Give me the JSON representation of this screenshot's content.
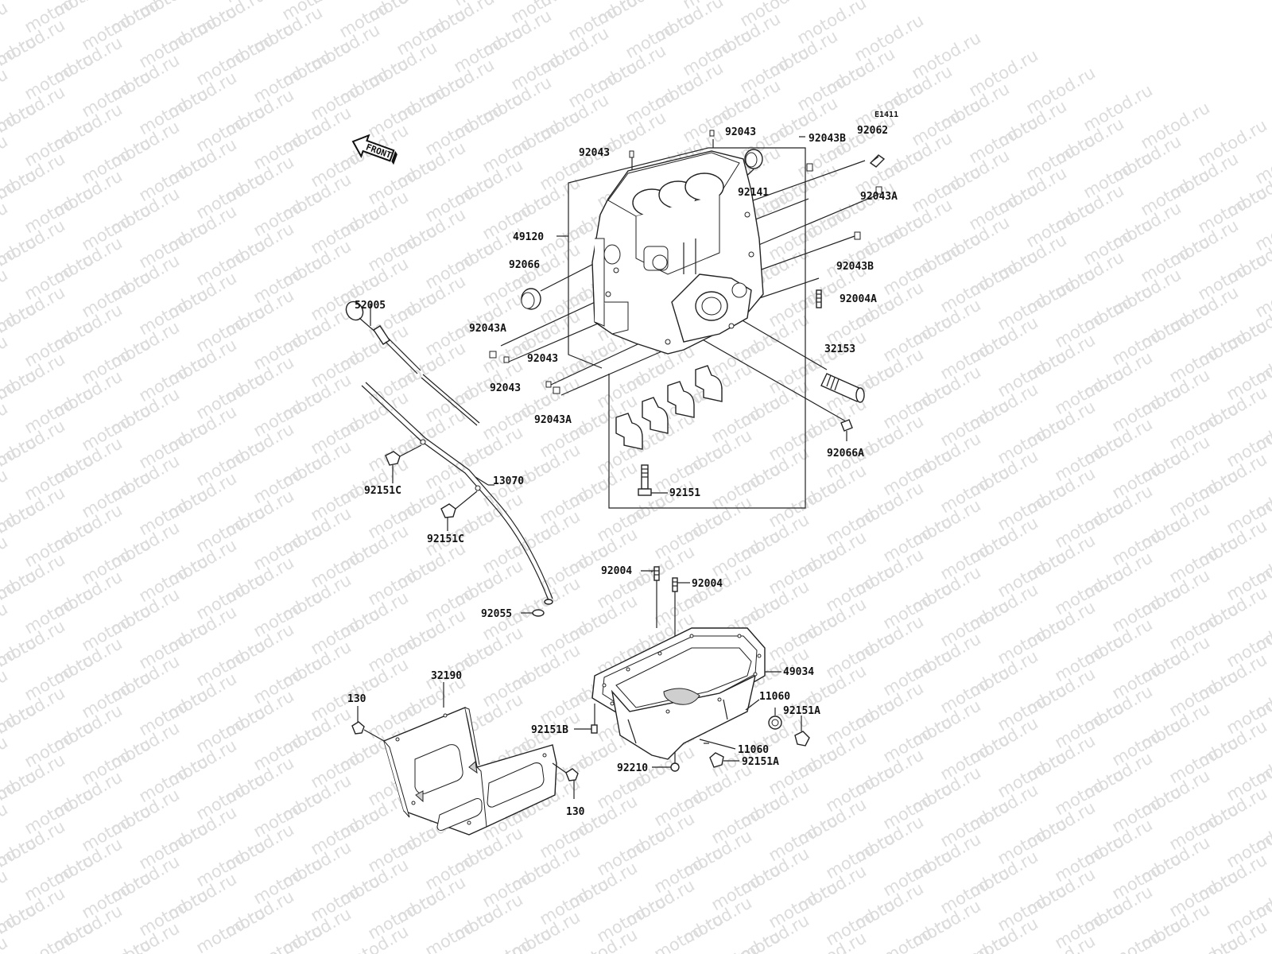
{
  "watermark": "motod.ru",
  "drawing_code": "E1411",
  "front_label": "FRONT",
  "part_labels": [
    {
      "id": "92043-top-center",
      "text": "92043"
    },
    {
      "id": "92043-top-left",
      "text": "92043"
    },
    {
      "id": "92043B-top",
      "text": "92043B"
    },
    {
      "id": "92062",
      "text": "92062"
    },
    {
      "id": "92141",
      "text": "92141"
    },
    {
      "id": "92043A-right",
      "text": "92043A"
    },
    {
      "id": "49120",
      "text": "49120"
    },
    {
      "id": "92043B-right",
      "text": "92043B"
    },
    {
      "id": "92066",
      "text": "92066"
    },
    {
      "id": "92004A",
      "text": "92004A"
    },
    {
      "id": "52005",
      "text": "52005"
    },
    {
      "id": "92043A-left",
      "text": "92043A"
    },
    {
      "id": "32153",
      "text": "32153"
    },
    {
      "id": "92043-mid",
      "text": "92043"
    },
    {
      "id": "92043-low",
      "text": "92043"
    },
    {
      "id": "92043A-low",
      "text": "92043A"
    },
    {
      "id": "92066A",
      "text": "92066A"
    },
    {
      "id": "13070",
      "text": "13070"
    },
    {
      "id": "92151C-upper",
      "text": "92151C"
    },
    {
      "id": "92151",
      "text": "92151"
    },
    {
      "id": "92151C-lower",
      "text": "92151C"
    },
    {
      "id": "92004-left",
      "text": "92004"
    },
    {
      "id": "92004-right",
      "text": "92004"
    },
    {
      "id": "92055",
      "text": "92055"
    },
    {
      "id": "49034",
      "text": "49034"
    },
    {
      "id": "32190",
      "text": "32190"
    },
    {
      "id": "130-upper",
      "text": "130"
    },
    {
      "id": "11060-upper",
      "text": "11060"
    },
    {
      "id": "92151A-upper",
      "text": "92151A"
    },
    {
      "id": "92151B",
      "text": "92151B"
    },
    {
      "id": "11060-lower",
      "text": "11060"
    },
    {
      "id": "92210",
      "text": "92210"
    },
    {
      "id": "92151A-lower",
      "text": "92151A"
    },
    {
      "id": "130-lower",
      "text": "130"
    }
  ]
}
